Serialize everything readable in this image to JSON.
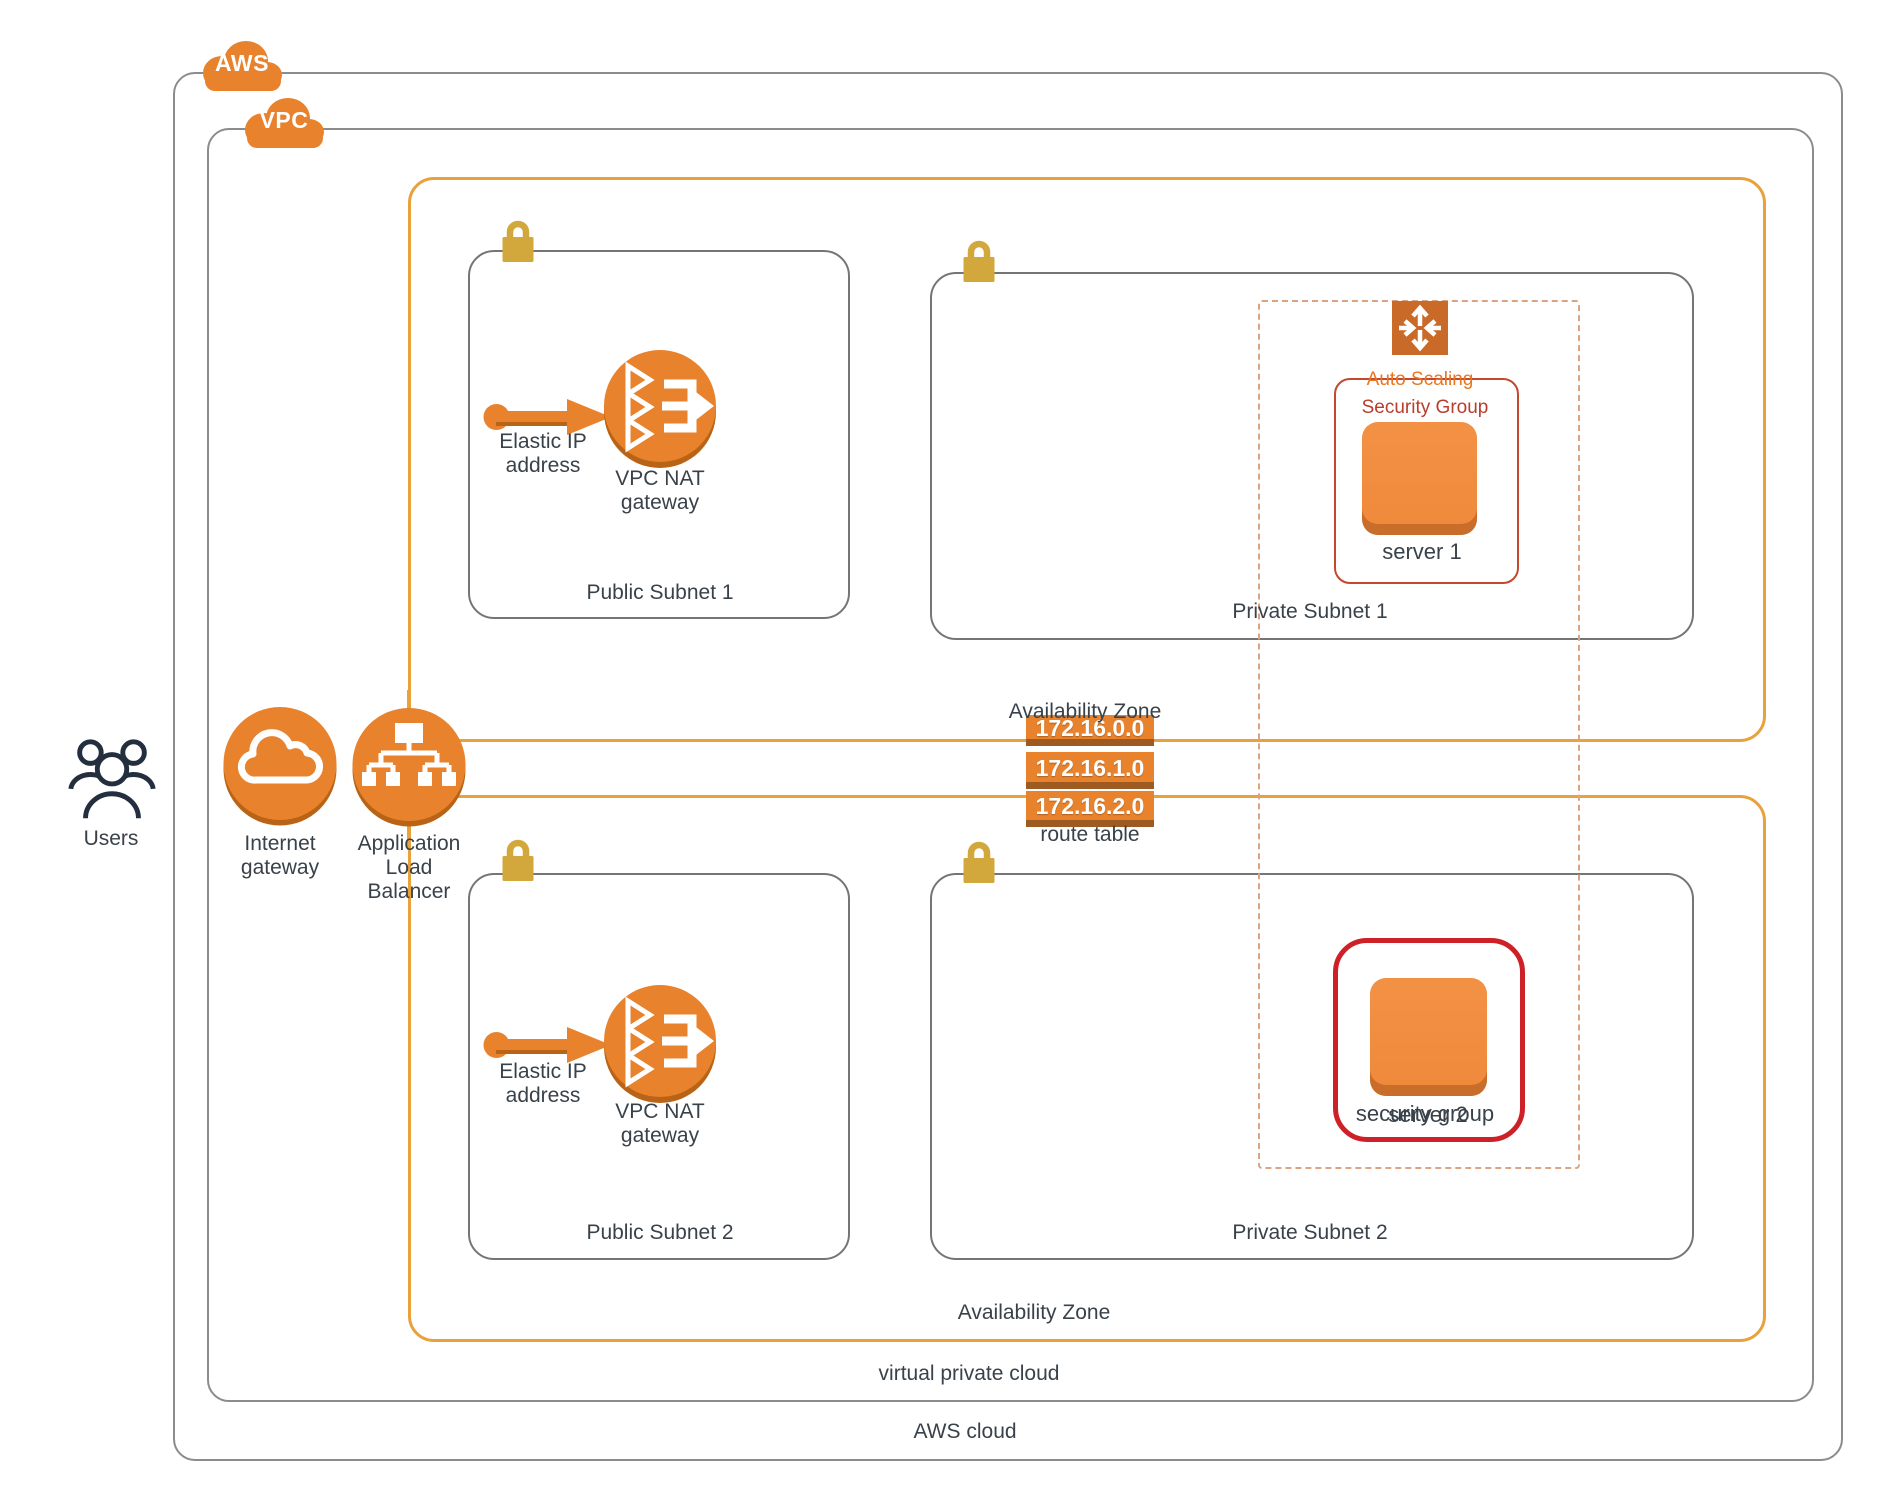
{
  "colors": {
    "orange": "#E8822D",
    "orange_dark": "#B96316",
    "az_border": "#E9A23B",
    "gold": "#D2A73B",
    "gray_border": "#8C8C8C",
    "subnet_border": "#757575",
    "scaling_border": "#DCA380",
    "sg_border": "#C4472E",
    "sg_text": "#B93D2C",
    "autoscaling_text": "#E87722",
    "sg2_border": "#CE2127",
    "server_fill": "#F0893A",
    "server_edge": "#C96D2A",
    "bar_edge": "#9D5A21",
    "text": "#39424A",
    "users_stroke": "#232F3E"
  },
  "clouds": {
    "aws_badge": "AWS",
    "vpc_badge": "VPC",
    "aws_label": "AWS cloud",
    "vpc_label": "virtual private cloud"
  },
  "zones": {
    "az1_label": "Availability Zone",
    "az2_label": "Availability Zone"
  },
  "subnets": {
    "public1": "Public Subnet 1",
    "private1": "Private Subnet 1",
    "public2": "Public Subnet 2",
    "private2": "Private Subnet 2"
  },
  "nodes": {
    "users": "Users",
    "internet_gateway": "Internet gateway",
    "load_balancer": "Application Load Balancer",
    "elastic_ip_1": "Elastic IP address",
    "nat_gateway_1": "VPC NAT gateway",
    "elastic_ip_2": "Elastic IP address",
    "nat_gateway_2": "VPC NAT gateway",
    "server_1": "server 1",
    "server_2": "server 2",
    "security_group_2_label": "security group"
  },
  "groups": {
    "auto_scaling": "Auto Scaling",
    "security_group_1": "Security Group"
  },
  "route_table": {
    "label": "route table",
    "entries": [
      "172.16.0.0",
      "172.16.1.0",
      "172.16.2.0"
    ]
  }
}
